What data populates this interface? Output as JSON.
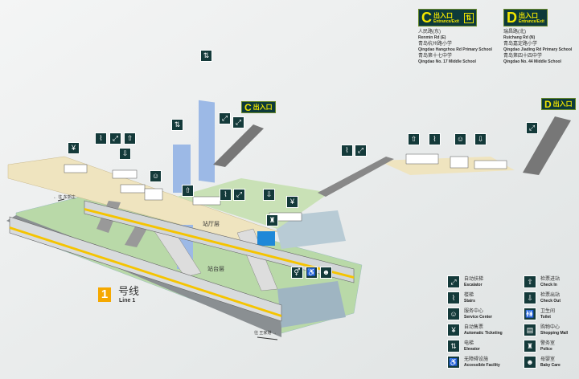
{
  "exits": [
    {
      "letter": "C",
      "zh": "出入口",
      "en": "Entrance/Exit",
      "has_elevator": true,
      "destinations": [
        {
          "zh": "人民路(东)",
          "en": "Renmin Rd (E)"
        },
        {
          "zh": "青岛杭州路小学",
          "en": "Qingdao Hangzhou Rd Primary School"
        },
        {
          "zh": "青岛第十七中学",
          "en": "Qingdao No. 17 Middle School"
        }
      ]
    },
    {
      "letter": "D",
      "zh": "出入口",
      "en": "Entrance/Exit",
      "has_elevator": false,
      "destinations": [
        {
          "zh": "瑞昌路(北)",
          "en": "Ruichang Rd (N)"
        },
        {
          "zh": "青岛嘉定路小学",
          "en": "Qingdao Jiading Rd Primary School"
        },
        {
          "zh": "青岛第四十四中学",
          "en": "Qingdao No. 44 Middle School"
        }
      ]
    }
  ],
  "diagram": {
    "concourse_label": "站厅层",
    "platform_label": "站台层",
    "direction_west": "往 东郭庄",
    "direction_east": "往 王家港",
    "exit_c_tag": {
      "letter": "C",
      "zh": "出入口"
    },
    "exit_d_tag": {
      "letter": "D",
      "zh": "出入口"
    }
  },
  "line": {
    "number": "1",
    "zh": "号线",
    "en": "Line 1",
    "color": "#f5a800"
  },
  "legend": [
    {
      "icon": "escalator-icon",
      "zh": "自动扶梯",
      "en": "Escalator",
      "glyph": "⤢"
    },
    {
      "icon": "check-in-icon",
      "zh": "检票进站",
      "en": "Check In",
      "glyph": "⇧"
    },
    {
      "icon": "stairs-icon",
      "zh": "楼梯",
      "en": "Stairs",
      "glyph": "⌇"
    },
    {
      "icon": "check-out-icon",
      "zh": "检票出站",
      "en": "Check Out",
      "glyph": "⇩"
    },
    {
      "icon": "service-center-icon",
      "zh": "服务中心",
      "en": "Service Center",
      "glyph": "☺"
    },
    {
      "icon": "toilet-icon",
      "zh": "卫生间",
      "en": "Toilet",
      "glyph": "🚻"
    },
    {
      "icon": "ticket-machine-icon",
      "zh": "自动售票",
      "en": "Automatic Ticketing",
      "glyph": "¥"
    },
    {
      "icon": "shopping-mall-icon",
      "zh": "购物中心",
      "en": "Shopping Mall",
      "glyph": "▤"
    },
    {
      "icon": "elevator-icon",
      "zh": "电梯",
      "en": "Elevator",
      "glyph": "⇅"
    },
    {
      "icon": "police-icon",
      "zh": "警务室",
      "en": "Police",
      "glyph": "♜"
    },
    {
      "icon": "accessible-icon",
      "zh": "无障碍设施",
      "en": "Accessible Facility",
      "glyph": "♿"
    },
    {
      "icon": "baby-care-icon",
      "zh": "母婴室",
      "en": "Baby Care",
      "glyph": "☻"
    }
  ],
  "colors": {
    "badge_bg": "#0d3a3a",
    "badge_text": "#f2e600",
    "concourse": "#efe4bf",
    "platform": "#b9d9a8",
    "elevator_shaft": "#9cb9e6",
    "police_box": "#1e88d8"
  }
}
